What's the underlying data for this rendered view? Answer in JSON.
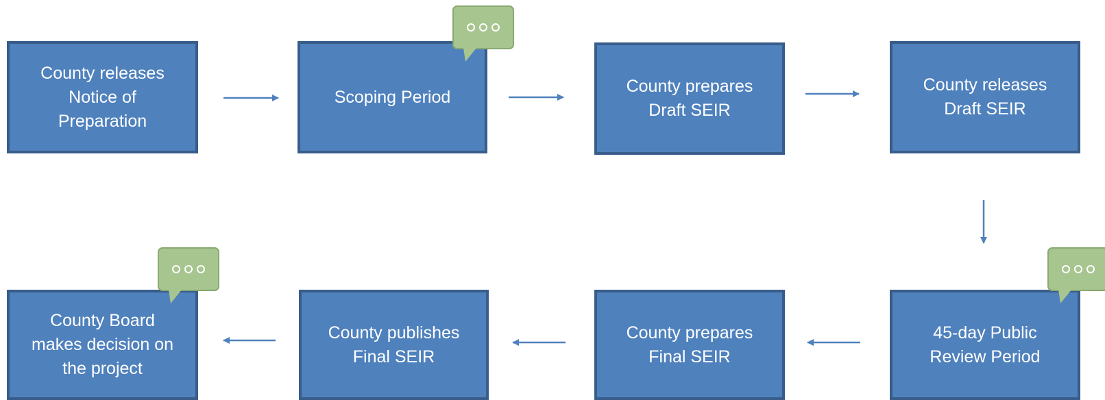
{
  "steps": [
    {
      "label": "County releases\nNotice of\nPreparation"
    },
    {
      "label": "Scoping Period"
    },
    {
      "label": "County prepares\nDraft SEIR"
    },
    {
      "label": "County releases\nDraft SEIR"
    },
    {
      "label": "45-day Public\nReview Period"
    },
    {
      "label": "County prepares\nFinal SEIR"
    },
    {
      "label": "County publishes\nFinal SEIR"
    },
    {
      "label": "County Board\nmakes decision on\nthe project"
    }
  ],
  "comment_icon": "speech-bubble-ellipsis-icon",
  "colors": {
    "box_fill": "#4f81bd",
    "box_border": "#385d8a",
    "bubble_fill": "#a7c58f",
    "arrow": "#4f81bd"
  }
}
